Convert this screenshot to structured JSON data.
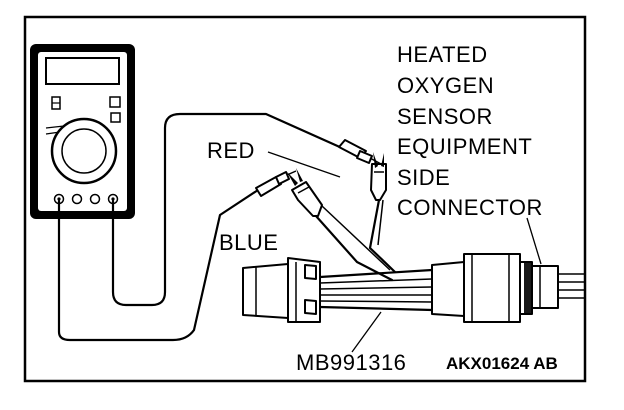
{
  "diagram": {
    "sensor_label_lines": [
      "HEATED",
      "OXYGEN",
      "SENSOR",
      "EQUIPMENT",
      "SIDE",
      "CONNECTOR"
    ],
    "probe_red_label": "RED",
    "probe_blue_label": "BLUE",
    "harness_tool_label": "MB991316",
    "figure_code": "AKX01624 AB"
  }
}
